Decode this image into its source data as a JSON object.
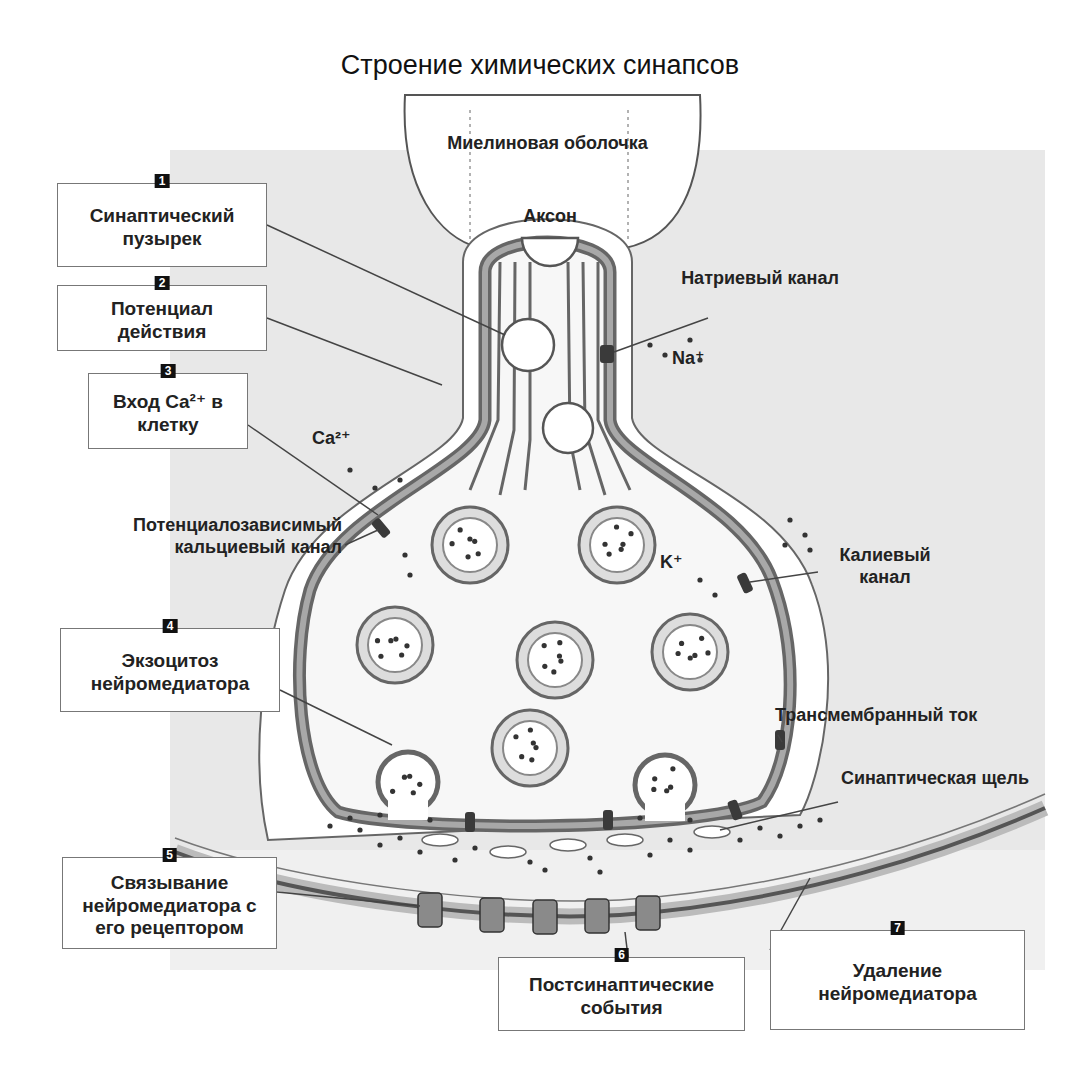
{
  "diagram": {
    "title": "Строение химических синапсов",
    "nodes": [
      {
        "text": [
          "1",
          "Синаптический пузырек"
        ]
      },
      {
        "text": [
          "2",
          "Потенциал действия"
        ]
      },
      {
        "text": [
          "3",
          "Вход Ca²⁺ в клетку"
        ]
      },
      {
        "text": [
          "4",
          "Экзоцитоз нейромедиатора"
        ]
      },
      {
        "text": [
          "5",
          "Связывание нейромедиатора с его рецептором"
        ]
      },
      {
        "text": [
          "6",
          "Постсинаптические события"
        ]
      },
      {
        "text": [
          "7",
          "Удаление нейромедиатора"
        ]
      }
    ],
    "labels": [
      "Миелиновая оболочка",
      "Аксон",
      "Натриевый канал",
      "Na⁺",
      "Ca²⁺",
      "Потенциалозависимый кальциевый канал",
      "K⁺",
      "Калиевый канал",
      "Трансмембранный ток",
      "Синаптическая щель"
    ]
  }
}
